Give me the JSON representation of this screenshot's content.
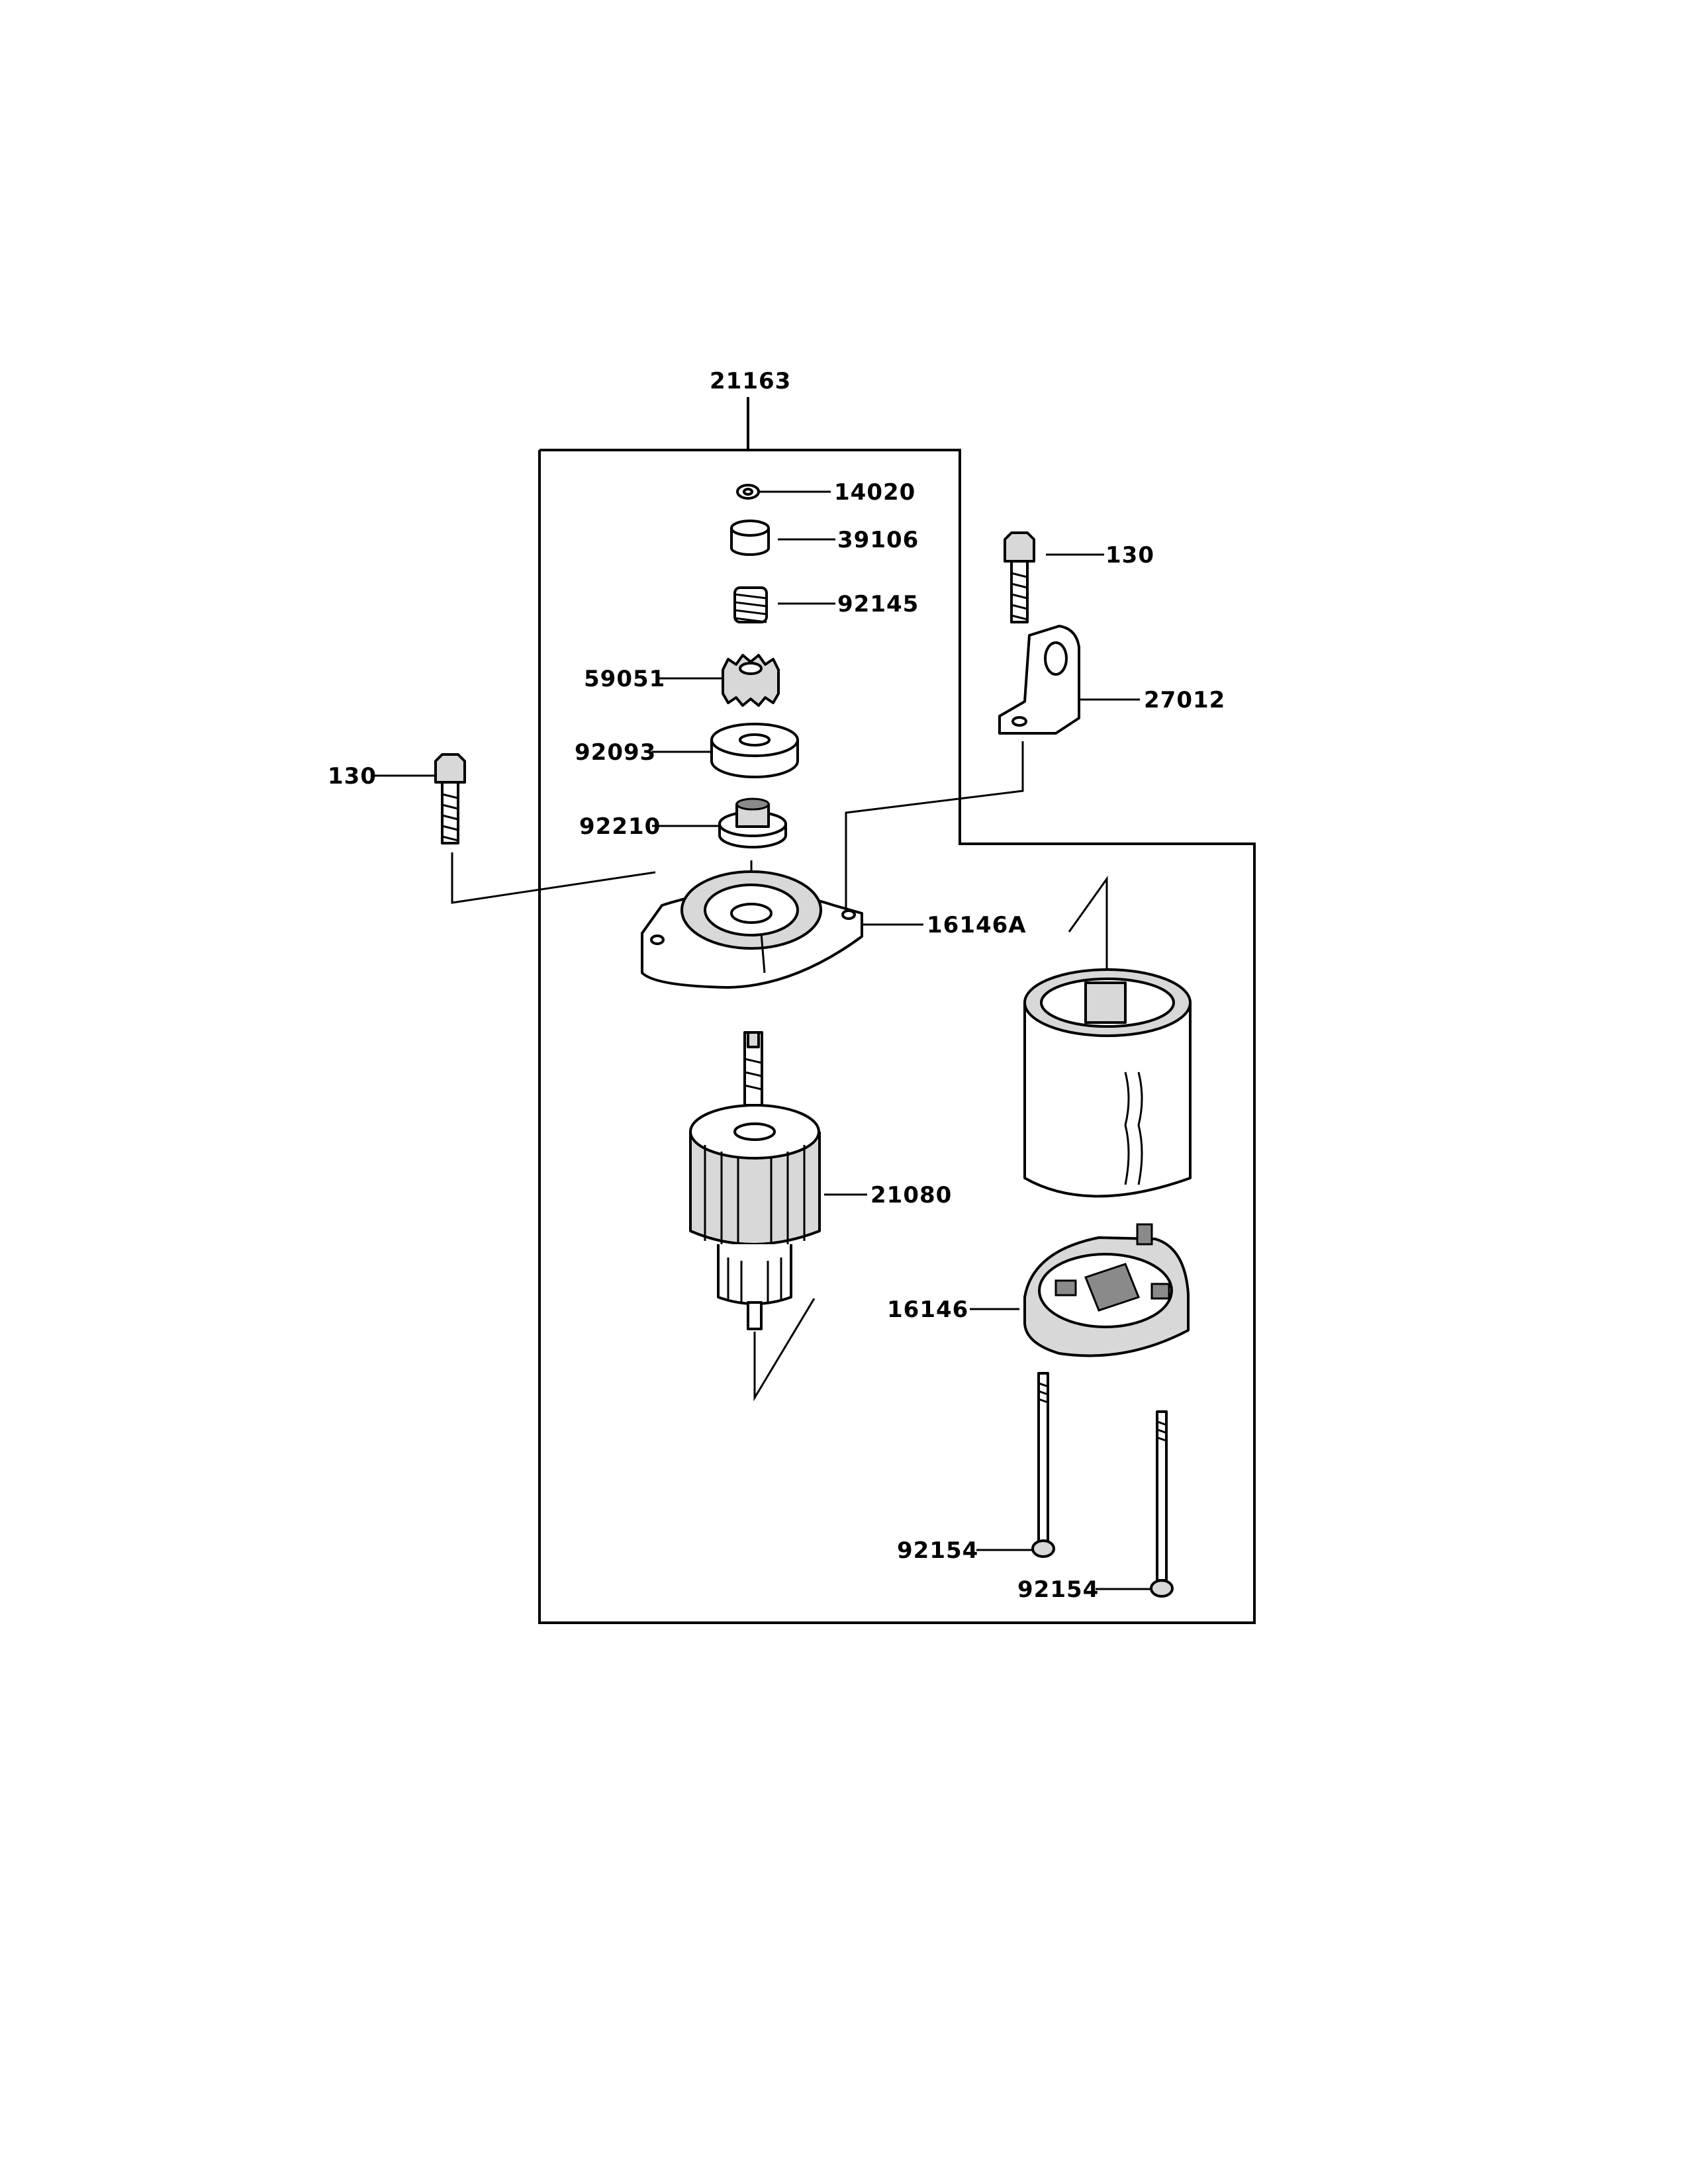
{
  "labels": {
    "assembly": "21163",
    "nut": "14020",
    "collar": "39106",
    "spring": "92145",
    "pinion": "59051",
    "washer": "92093",
    "clutch": "92210",
    "bolt_right": "130",
    "bracket": "27012",
    "bolt_left": "130",
    "front_cover": "16146A",
    "armature": "21080",
    "rear_cover": "16146",
    "through_bolt_1": "92154",
    "through_bolt_2": "92154"
  }
}
